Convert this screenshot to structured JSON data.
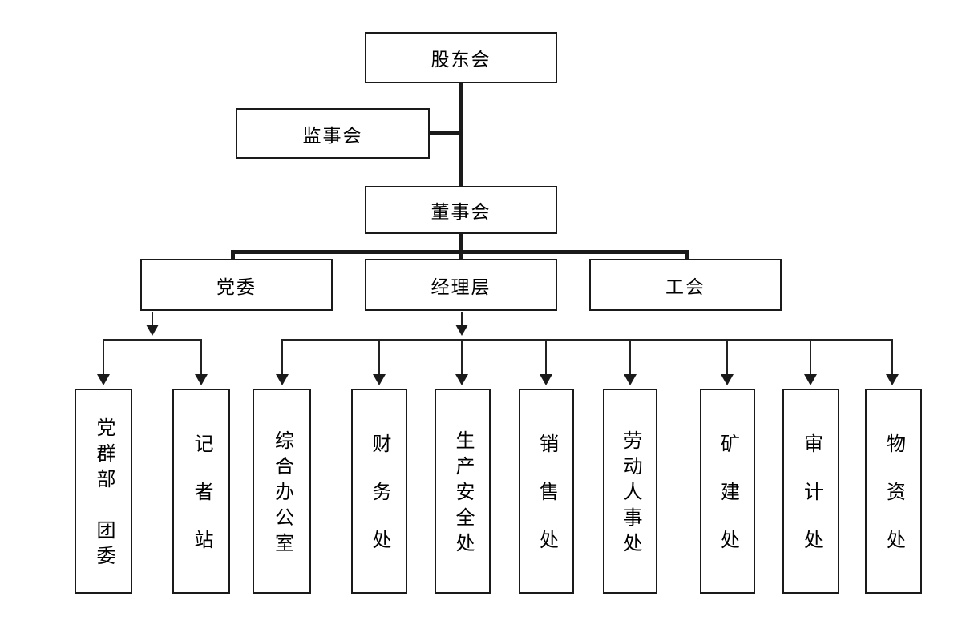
{
  "diagram": {
    "type": "org-chart",
    "nodes": {
      "shareholders": {
        "label": "股东会"
      },
      "supervisory_board": {
        "label": "监事会"
      },
      "board_of_directors": {
        "label": "董事会"
      },
      "party_committee": {
        "label": "党委"
      },
      "management": {
        "label": "经理层"
      },
      "labor_union": {
        "label": "工会"
      },
      "party_departments": [
        {
          "label": "党群部　团委"
        },
        {
          "label": "记者站"
        }
      ],
      "management_departments": [
        {
          "label": "综合办公室"
        },
        {
          "label": "财务处"
        },
        {
          "label": "生产安全处"
        },
        {
          "label": "销售处"
        },
        {
          "label": "劳动人事处"
        },
        {
          "label": "矿建处"
        },
        {
          "label": "审计处"
        },
        {
          "label": "物资处"
        }
      ]
    },
    "edges": [
      "股东会 -> 董事会",
      "监事会 -> (股东会-董事会 line)",
      "董事会 -> 党委",
      "董事会 -> 经理层",
      "董事会 -> 工会",
      "党委 -> 党群部　团委",
      "党委 -> 记者站",
      "经理层 -> 综合办公室",
      "经理层 -> 财务处",
      "经理层 -> 生产安全处",
      "经理层 -> 销售处",
      "经理层 -> 劳动人事处",
      "经理层 -> 矿建处",
      "经理层 -> 审计处",
      "经理层 -> 物资处"
    ],
    "colors": {
      "line": "#1a1a1a",
      "text": "#000000",
      "background": "#ffffff"
    }
  }
}
